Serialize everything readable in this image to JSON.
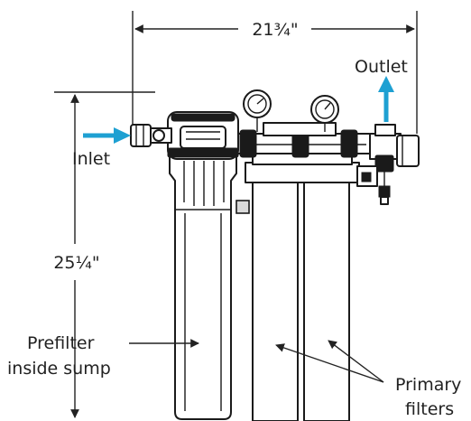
{
  "labels": {
    "width_dimension": "21¾\"",
    "height_dimension": "25¼\"",
    "inlet": "Inlet",
    "outlet": "Outlet",
    "prefilter_line1": "Prefilter",
    "prefilter_line2": "inside sump",
    "primary_line1": "Primary",
    "primary_line2": "filters"
  },
  "colors": {
    "flow_arrow": "#1ea0d2",
    "ink": "#1a1a1a",
    "background": "#ffffff"
  }
}
